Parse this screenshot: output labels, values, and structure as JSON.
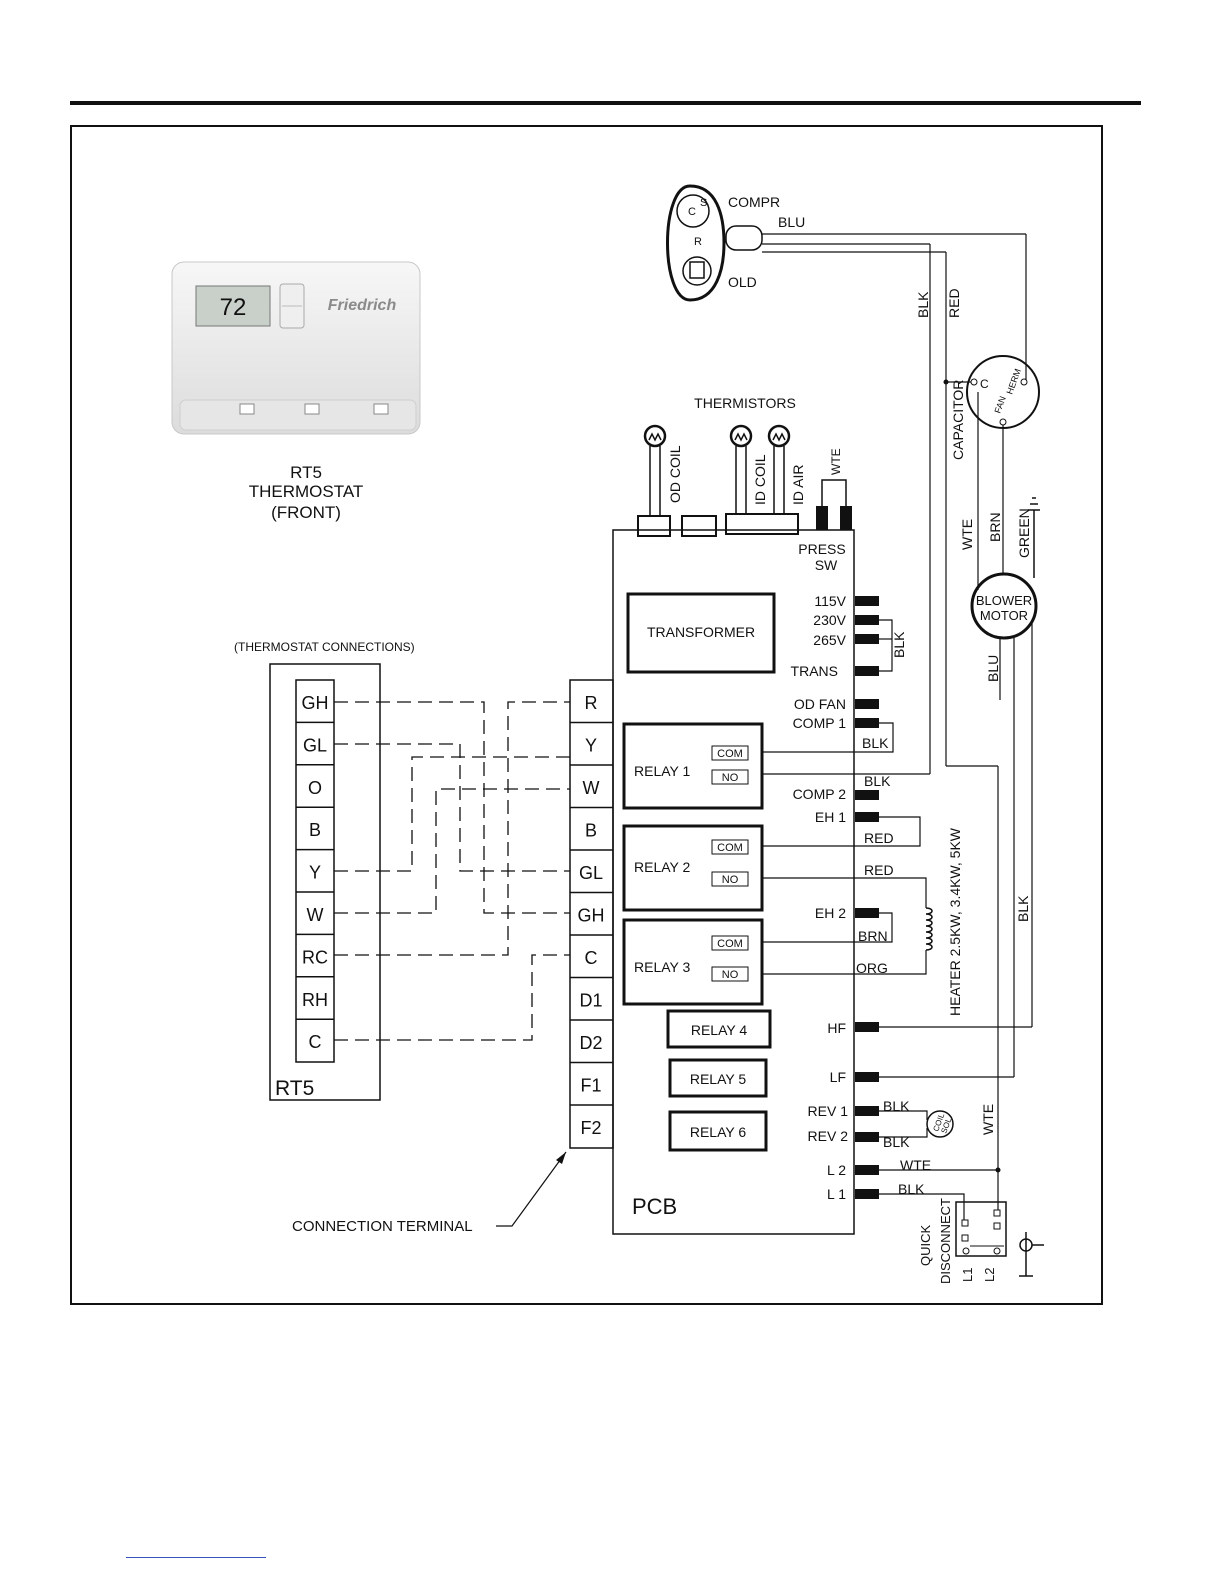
{
  "thermostat": {
    "model": "RT5",
    "title_line1": "RT5",
    "title_line2": "THERMOSTAT",
    "title_line3": "(FRONT)",
    "display_value": "72",
    "brand": "Friedrich",
    "connections_label": "(THERMOSTAT CONNECTIONS)",
    "terminals": [
      "GH",
      "GL",
      "O",
      "B",
      "Y",
      "W",
      "RC",
      "RH",
      "C"
    ],
    "block_label": "RT5"
  },
  "pcb": {
    "label": "PCB",
    "transformer_label": "TRANSFORMER",
    "terminals": [
      "R",
      "Y",
      "W",
      "B",
      "GL",
      "GH",
      "C",
      "D1",
      "D2",
      "F1",
      "F2"
    ],
    "relays": [
      {
        "name": "RELAY 1",
        "contacts": [
          "COM",
          "NO"
        ]
      },
      {
        "name": "RELAY 2",
        "contacts": [
          "COM",
          "NO"
        ]
      },
      {
        "name": "RELAY 3",
        "contacts": [
          "COM",
          "NO"
        ]
      },
      {
        "name": "RELAY 4"
      },
      {
        "name": "RELAY 5"
      },
      {
        "name": "RELAY 6"
      }
    ],
    "pins": {
      "press_sw_1": "PRESS",
      "press_sw_2": "SW",
      "v115": "115V",
      "v230": "230V",
      "v265": "265V",
      "trans": "TRANS",
      "od_fan": "OD FAN",
      "comp1": "COMP 1",
      "comp2": "COMP 2",
      "eh1": "EH 1",
      "eh2": "EH 2",
      "hf": "HF",
      "lf": "LF",
      "rev1": "REV 1",
      "rev2": "REV 2",
      "l2": "L 2",
      "l1": "L 1"
    }
  },
  "thermistors": {
    "title": "THERMISTORS",
    "od_coil": "OD COIL",
    "id_coil": "ID COIL",
    "id_air": "ID AIR"
  },
  "compressor": {
    "label": "COMPR",
    "old_label": "OLD",
    "pin_c": "C",
    "pin_s": "S",
    "pin_r": "R"
  },
  "capacitor": {
    "label": "CAPACITOR",
    "c": "C",
    "fan": "FAN",
    "herm": "HERM"
  },
  "blower": {
    "line1": "BLOWER",
    "line2": "MOTOR"
  },
  "heater": {
    "label": "HEATER 2.5KW, 3.4KW, 5KW"
  },
  "coil_sol": {
    "line1": "COIL",
    "line2": "SOL"
  },
  "quick_disconnect": {
    "line1": "QUICK",
    "line2": "DISCONNECT",
    "l1": "L1",
    "l2": "L2"
  },
  "connection_terminal": "CONNECTION TERMINAL",
  "wires": {
    "blu": "BLU",
    "blk": "BLK",
    "red": "RED",
    "wte": "WTE",
    "brn": "BRN",
    "green": "GREEN",
    "org": "ORG"
  }
}
